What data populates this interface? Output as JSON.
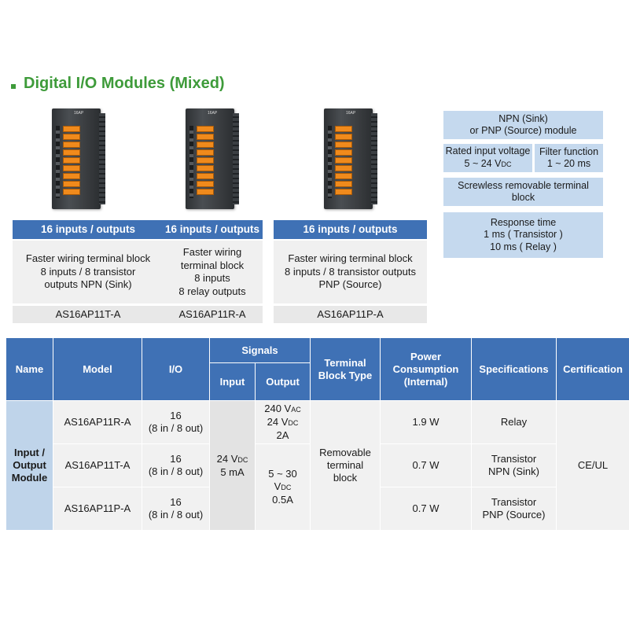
{
  "title": "Digital I/O Modules (Mixed)",
  "modules": [
    {
      "image_label": "16AP",
      "header": "16 inputs / outputs",
      "description": "Faster wiring terminal block\n8 inputs / 8 transistor\noutputs NPN (Sink)",
      "model": "AS16AP11T-A"
    },
    {
      "image_label": "16AP",
      "header": "16 inputs / outputs",
      "description": "Faster wiring\nterminal block\n8 inputs\n8 relay outputs",
      "model": "AS16AP11R-A"
    },
    {
      "image_label": "16AP",
      "header": "16 inputs / outputs",
      "description": "Faster wiring terminal block\n8 inputs / 8 transistor outputs\nPNP (Source)",
      "model": "AS16AP11P-A"
    }
  ],
  "features": {
    "type": "NPN (Sink)\nor PNP (Source) module",
    "rated_input": "Rated input voltage",
    "rated_input_value": "5 ~ 24 V",
    "rated_input_sub": "DC",
    "filter": "Filter function",
    "filter_value": "1 ~ 20 ms",
    "terminal": "Screwless removable terminal\nblock",
    "response": "Response time\n1 ms ( Transistor )\n10 ms ( Relay )"
  },
  "table": {
    "headers": {
      "name": "Name",
      "model": "Model",
      "io": "I/O",
      "signals": "Signals",
      "input": "Input",
      "output": "Output",
      "terminal": "Terminal Block Type",
      "power": "Power Consumption (Internal)",
      "specifications": "Specifications",
      "certification": "Certification"
    },
    "name": "Input / Output Module",
    "input_signal": "24 V",
    "input_signal_sub": "DC",
    "input_signal_current": "5 mA",
    "relay_output_1": "240 V",
    "relay_output_1_sub": "AC",
    "relay_output_2": "24 V",
    "relay_output_2_sub": "DC",
    "relay_output_3": "2A",
    "transistor_output_1": "5 ~ 30 V",
    "transistor_output_1_sub": "DC",
    "transistor_output_2": "0.5A",
    "terminal_type": "Removable\nterminal\nblock",
    "certification": "CE/UL",
    "rows": [
      {
        "model": "AS16AP11R-A",
        "io_1": "16",
        "io_2": "(8 in / 8 out)",
        "power": "1.9 W",
        "spec": "Relay"
      },
      {
        "model": "AS16AP11T-A",
        "io_1": "16",
        "io_2": "(8 in / 8 out)",
        "power": "0.7 W",
        "spec": "Transistor\nNPN (Sink)"
      },
      {
        "model": "AS16AP11P-A",
        "io_1": "16",
        "io_2": "(8 in / 8 out)",
        "power": "0.7 W",
        "spec": "Transistor\nPNP (Source)"
      }
    ]
  }
}
